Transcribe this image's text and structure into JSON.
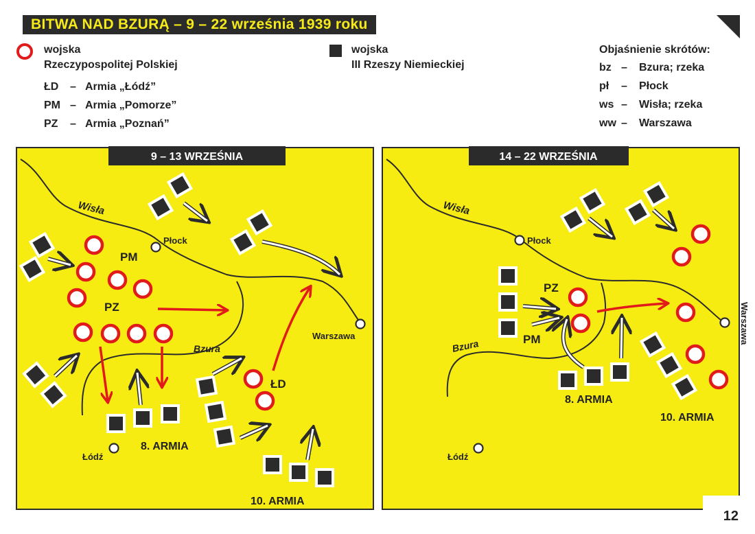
{
  "title": "BITWA  NAD  BZURĄ  –  9 – 22 września  1939  roku",
  "legend": {
    "polish_label_1": "wojska",
    "polish_label_2": "Rzeczypospolitej Polskiej",
    "german_label_1": "wojska",
    "german_label_2": "III Rzeszy Niemieckiej",
    "armies": [
      {
        "abbr": "ŁD",
        "dash": "–",
        "name": "Armia „Łódź”"
      },
      {
        "abbr": "PM",
        "dash": "–",
        "name": "Armia „Pomorze”"
      },
      {
        "abbr": "PZ",
        "dash": "–",
        "name": "Armia „Poznań”"
      }
    ]
  },
  "abbreviations": {
    "title": "Objaśnienie skrótów:",
    "items": [
      {
        "abbr": "bz",
        "dash": "–",
        "meaning": "Bzura; rzeka"
      },
      {
        "abbr": "pł",
        "dash": "–",
        "meaning": "Płock"
      },
      {
        "abbr": "ws",
        "dash": "–",
        "meaning": "Wisła; rzeka"
      },
      {
        "abbr": "ww",
        "dash": "–",
        "meaning": "Warszawa"
      }
    ]
  },
  "maps": [
    {
      "header": "9 – 13 WRZEŚNIA",
      "labels": {
        "wisla": "Wisła",
        "plock": "Płock",
        "bzura": "Bzura",
        "warszawa": "Warszawa",
        "lodz": "Łódź",
        "pm": "PM",
        "pz": "PZ",
        "ld": "ŁD",
        "army8": "8. ARMIA",
        "army10": "10. ARMIA"
      }
    },
    {
      "header": "14 – 22 WRZEŚNIA",
      "labels": {
        "wisla": "Wisła",
        "plock": "Płock",
        "bzura": "Bzura",
        "warszawa": "Warszawa",
        "lodz": "Łódź",
        "pm": "PM",
        "pz": "PZ",
        "army8": "8. ARMIA",
        "army10": "10. ARMIA"
      }
    }
  ],
  "page_number": "12",
  "colors": {
    "map_fill": "#f7ec12",
    "title_text": "#f5ea1a",
    "dark": "#2b2b2b",
    "polish_unit": "#e11a1a",
    "german_unit": "#2b2b2b"
  }
}
